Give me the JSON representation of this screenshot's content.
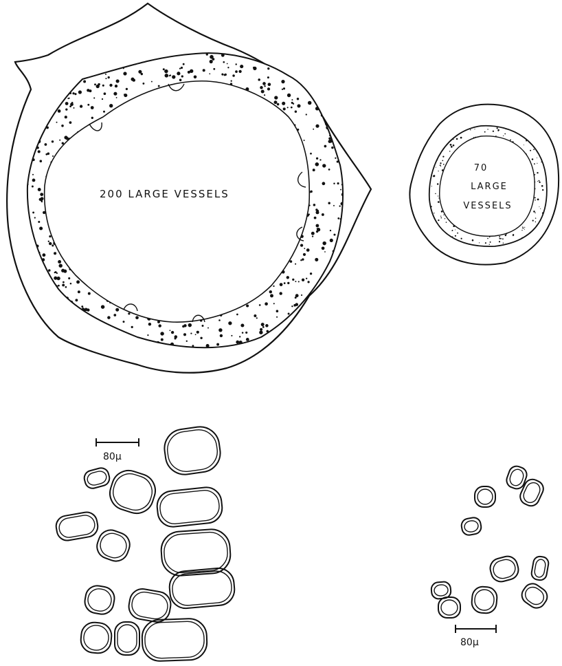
{
  "diagram": {
    "large_section_label": "200 LARGE VESSELS",
    "small_section_label_line1": "70",
    "small_section_label_line2": "LARGE",
    "small_section_label_line3": "VESSELS",
    "left_scale_label": "80µ",
    "right_scale_label": "80µ"
  },
  "colors": {
    "ink": "#111111",
    "paper": "#ffffff"
  }
}
